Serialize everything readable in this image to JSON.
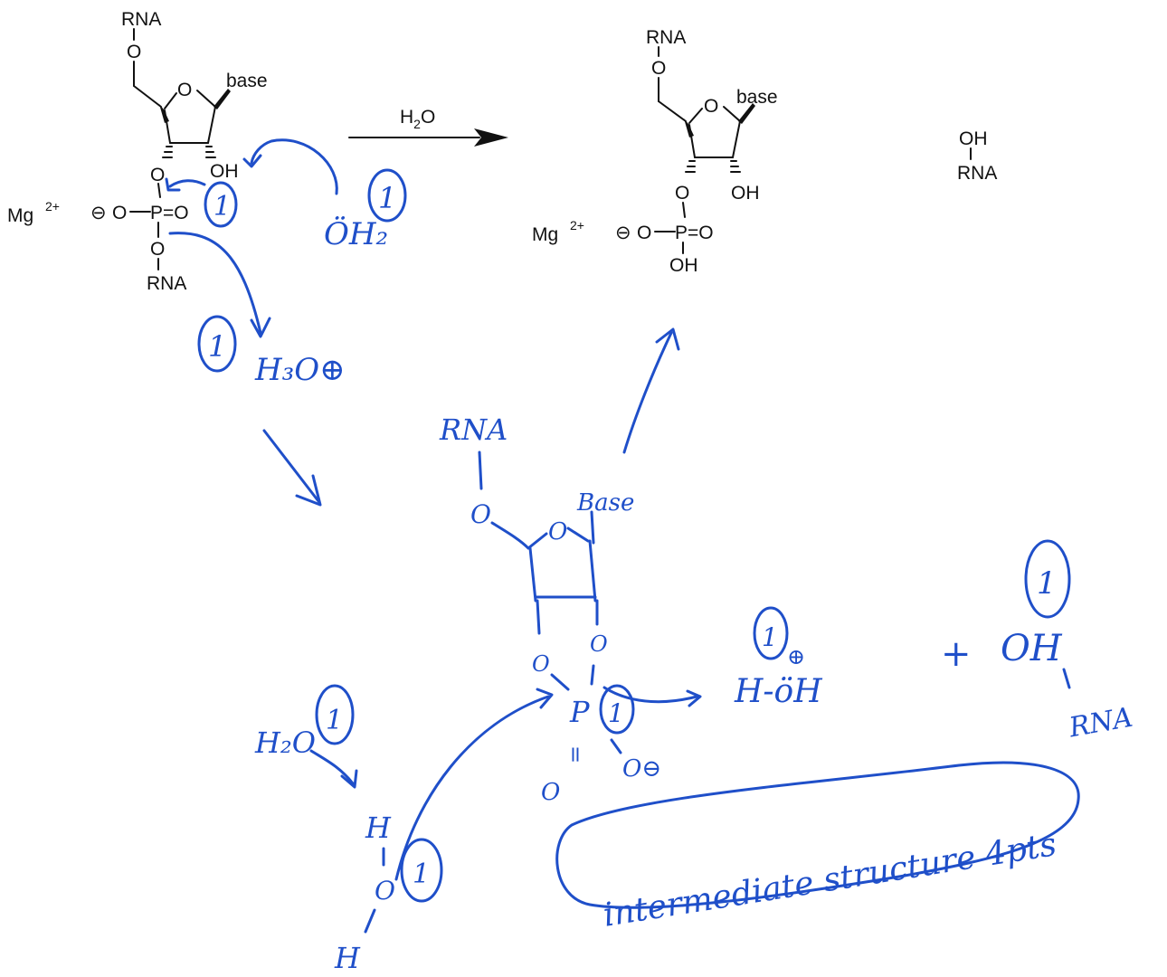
{
  "reactant": {
    "rna_top": "RNA",
    "o_5": "O",
    "ring_o": "O",
    "base": "base",
    "oh_2": "OH",
    "o_3": "O",
    "minus": "⊖",
    "o_left": "O",
    "p": "P",
    "eq_o": "=O",
    "o_bottom": "O",
    "rna_bottom": "RNA",
    "mg": "Mg",
    "mg_charge": "2+"
  },
  "arrow_label": {
    "main": "H",
    "sub": "2",
    "tail": "O"
  },
  "product": {
    "rna_top": "RNA",
    "o_5": "O",
    "ring_o": "O",
    "base": "base",
    "oh_2": "OH",
    "o_3": "O",
    "minus": "⊖",
    "o_left": "O",
    "p": "P",
    "eq_o": "=O",
    "oh_p": "OH",
    "mg": "Mg",
    "mg_charge": "2+"
  },
  "byproduct": {
    "oh": "OH",
    "rna": "RNA"
  },
  "handwriting": {
    "one": "1",
    "oh2_water": "ÖH₂",
    "h3o": "H₃O⊕",
    "int_rna": "RNA",
    "int_o": "O",
    "int_ring_o": "O",
    "int_base": "Base",
    "int_o_left": "O",
    "int_o_right": "O",
    "int_p": "P",
    "int_eq": "=",
    "int_o_bottom": "O",
    "int_o_minus": "O⊖",
    "h_oh": "H-öH",
    "plus_sign": "⊕",
    "plus": "+",
    "oh_right": "OH",
    "rna_right": "RNA",
    "h2o": "H₂O",
    "h_top": "H",
    "o_mid": "O",
    "h_bottom": "H",
    "note": "intermediate structure 4pts"
  }
}
